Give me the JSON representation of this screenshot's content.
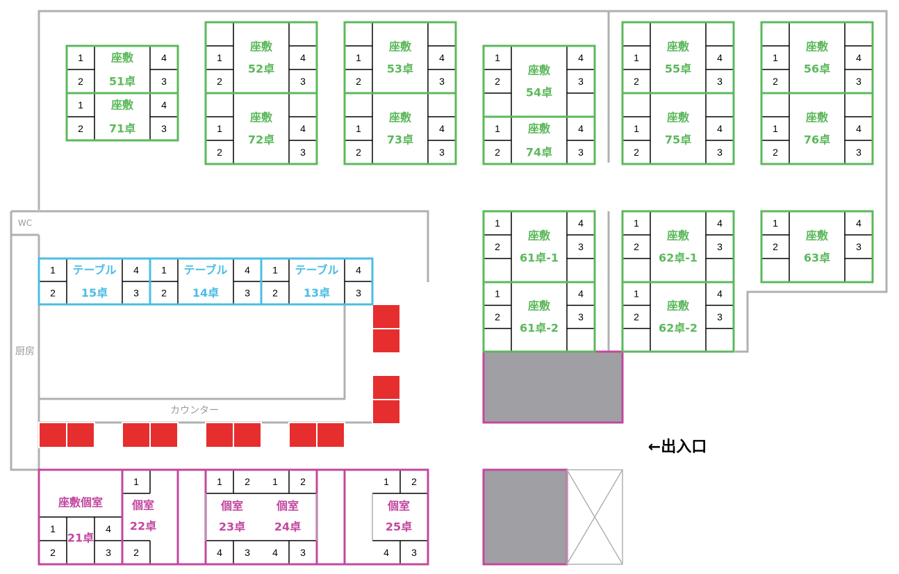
{
  "areas": {
    "wc": "WC",
    "kitchen": "厨房",
    "counter": "カウンター",
    "entrance": "←出入口"
  },
  "tables": {
    "t51": {
      "l1": "座敷",
      "l2": "51卓",
      "seats": [
        "1",
        "2",
        "3",
        "4"
      ]
    },
    "t71": {
      "l1": "座敷",
      "l2": "71卓",
      "seats": [
        "1",
        "2",
        "3",
        "4"
      ]
    },
    "t52": {
      "l1": "座敷",
      "l2": "52卓",
      "seats": [
        "1",
        "2",
        "3",
        "4"
      ]
    },
    "t72": {
      "l1": "座敷",
      "l2": "72卓",
      "seats": [
        "1",
        "2",
        "3",
        "4"
      ]
    },
    "t53": {
      "l1": "座敷",
      "l2": "53卓",
      "seats": [
        "1",
        "2",
        "3",
        "4"
      ]
    },
    "t73": {
      "l1": "座敷",
      "l2": "73卓",
      "seats": [
        "1",
        "2",
        "3",
        "4"
      ]
    },
    "t54": {
      "l1": "座敷",
      "l2": "54卓",
      "seats": [
        "1",
        "2",
        "3",
        "4"
      ]
    },
    "t74": {
      "l1": "座敷",
      "l2": "74卓",
      "seats": [
        "1",
        "2",
        "3",
        "4"
      ]
    },
    "t55": {
      "l1": "座敷",
      "l2": "55卓",
      "seats": [
        "1",
        "2",
        "3",
        "4"
      ]
    },
    "t75": {
      "l1": "座敷",
      "l2": "75卓",
      "seats": [
        "1",
        "2",
        "3",
        "4"
      ]
    },
    "t56": {
      "l1": "座敷",
      "l2": "56卓",
      "seats": [
        "1",
        "2",
        "3",
        "4"
      ]
    },
    "t76": {
      "l1": "座敷",
      "l2": "76卓",
      "seats": [
        "1",
        "2",
        "3",
        "4"
      ]
    },
    "t61_1": {
      "l1": "座敷",
      "l2": "61卓-1",
      "seats": [
        "1",
        "2",
        "3",
        "4"
      ]
    },
    "t61_2": {
      "l1": "座敷",
      "l2": "61卓-2",
      "seats": [
        "1",
        "2",
        "3",
        "4"
      ]
    },
    "t62_1": {
      "l1": "座敷",
      "l2": "62卓-1",
      "seats": [
        "1",
        "2",
        "3",
        "4"
      ]
    },
    "t62_2": {
      "l1": "座敷",
      "l2": "62卓-2",
      "seats": [
        "1",
        "2",
        "3",
        "4"
      ]
    },
    "t63": {
      "l1": "座敷",
      "l2": "63卓",
      "seats": [
        "1",
        "2",
        "3",
        "4"
      ]
    },
    "t15": {
      "l1": "テーブル",
      "l2": "15卓",
      "seats": [
        "1",
        "2",
        "3",
        "4"
      ]
    },
    "t14": {
      "l1": "テーブル",
      "l2": "14卓",
      "seats": [
        "1",
        "2",
        "3",
        "4"
      ]
    },
    "t13": {
      "l1": "テーブル",
      "l2": "13卓",
      "seats": [
        "1",
        "2",
        "3",
        "4"
      ]
    },
    "t21": {
      "l1": "座敷個室",
      "l2": "21卓",
      "seats": [
        "1",
        "2",
        "3",
        "4"
      ]
    },
    "t22": {
      "l1": "個室",
      "l2": "22卓",
      "seats": [
        "1",
        "2"
      ]
    },
    "t23": {
      "l1": "個室",
      "l2": "23卓",
      "seats": [
        "1",
        "2",
        "3",
        "4"
      ]
    },
    "t24": {
      "l1": "個室",
      "l2": "24卓",
      "seats": [
        "1",
        "2",
        "3",
        "4"
      ]
    },
    "t25": {
      "l1": "個室",
      "l2": "25卓",
      "seats": [
        "1",
        "2",
        "3",
        "4"
      ]
    }
  },
  "colors": {
    "zashiki": "#5cb85c",
    "table": "#4bbde3",
    "private": "#c2479e",
    "counter_seat": "#e62e2e",
    "wall": "#b0b0b0",
    "blocked": "#a0a0a4"
  }
}
